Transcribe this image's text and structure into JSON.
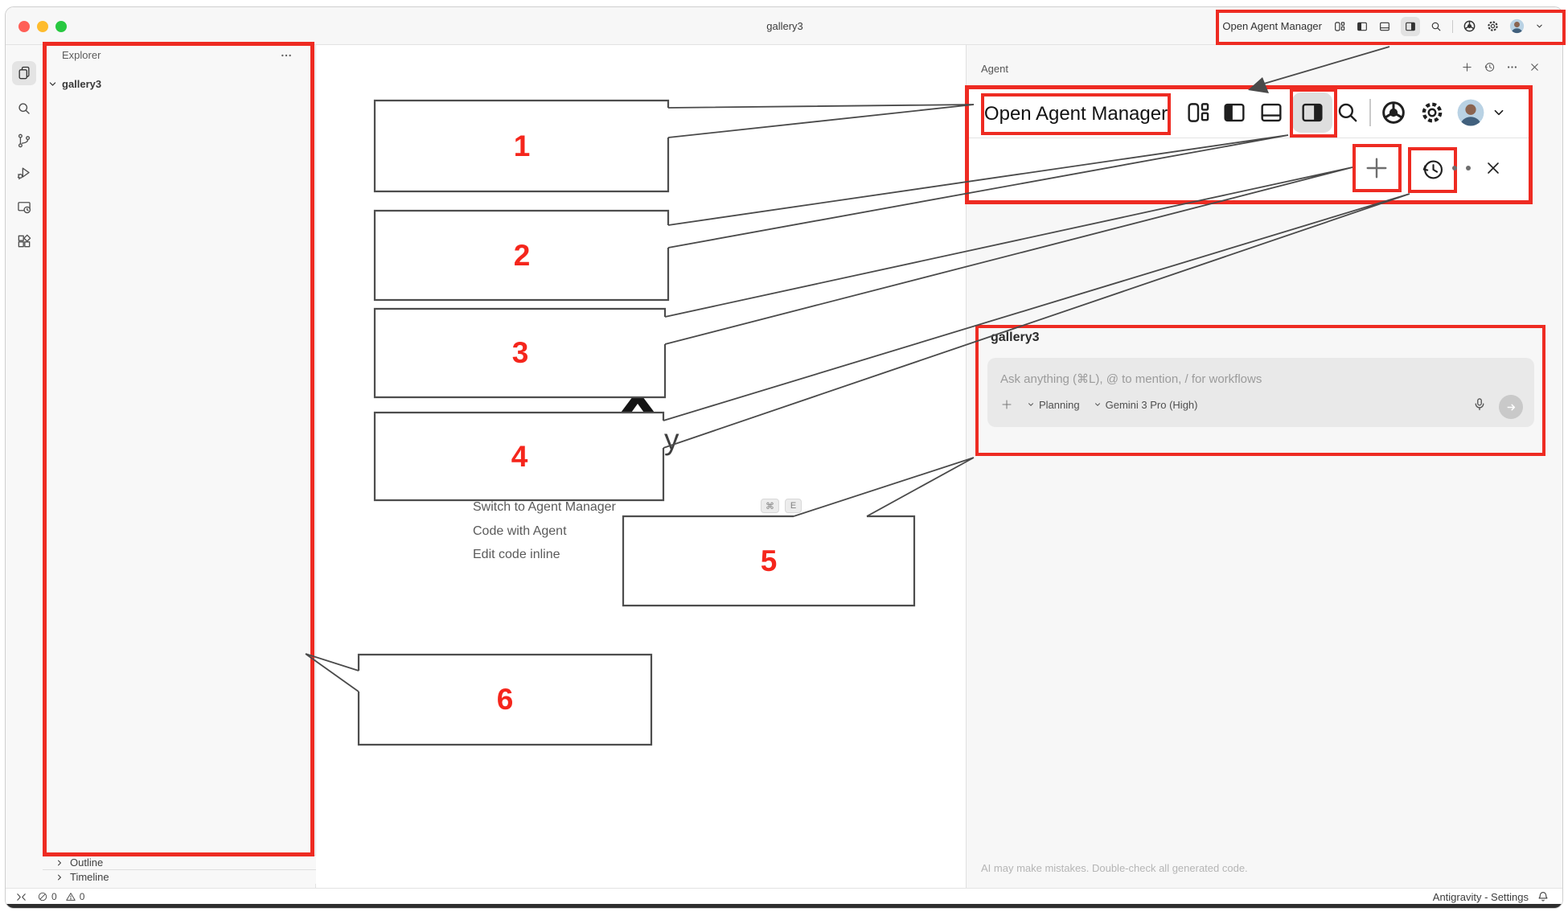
{
  "window": {
    "title": "gallery3"
  },
  "command_center": {
    "label": "Open Agent Manager"
  },
  "explorer": {
    "title": "Explorer",
    "root": "gallery3",
    "outline": "Outline",
    "timeline": "Timeline"
  },
  "status": {
    "errors": "0",
    "warnings": "0",
    "brand": "Antigravity - Settings"
  },
  "agent": {
    "title": "Agent",
    "disclaimer": "AI may make mistakes. Double-check all generated code."
  },
  "composer": {
    "heading": "gallery3",
    "placeholder": "Ask anything (⌘L), @ to mention, / for workflows",
    "mode": "Planning",
    "model": "Gemini 3 Pro (High)"
  },
  "enlarged": {
    "label": "Open Agent Manager"
  },
  "welcome": {
    "partial_heading": "y",
    "shortcuts": [
      "Switch to Agent Manager",
      "Code with Agent",
      "Edit code inline"
    ],
    "keys": [
      "⌘",
      "E"
    ]
  },
  "callouts": [
    "1",
    "2",
    "3",
    "4",
    "5",
    "6"
  ],
  "colors": {
    "annotation_red": "#ee2b22",
    "callout_number_red": "#f5261c",
    "leader_line_gray": "#4a4a4a",
    "traffic_red": "#ff5f57",
    "traffic_yellow": "#febc2e",
    "traffic_green": "#28c840"
  },
  "icons": {
    "title_bar": [
      "customize-layout-icon",
      "panel-left-icon",
      "panel-bottom-icon",
      "panel-right-icon",
      "search-icon",
      "chrome-icon",
      "gear-icon",
      "avatar",
      "chevron-down-icon"
    ],
    "activity_bar": [
      "files-icon",
      "search-icon",
      "source-control-icon",
      "run-debug-icon",
      "remote-explorer-icon",
      "extensions-icon"
    ],
    "agent_header": [
      "plus-icon",
      "history-icon",
      "ellipsis-icon",
      "close-icon"
    ],
    "composer": [
      "plus-icon",
      "chevron-down-icon",
      "mic-icon",
      "send-icon"
    ],
    "status_bar": [
      "remote-icon",
      "error-icon",
      "warning-icon",
      "bell-icon"
    ]
  }
}
